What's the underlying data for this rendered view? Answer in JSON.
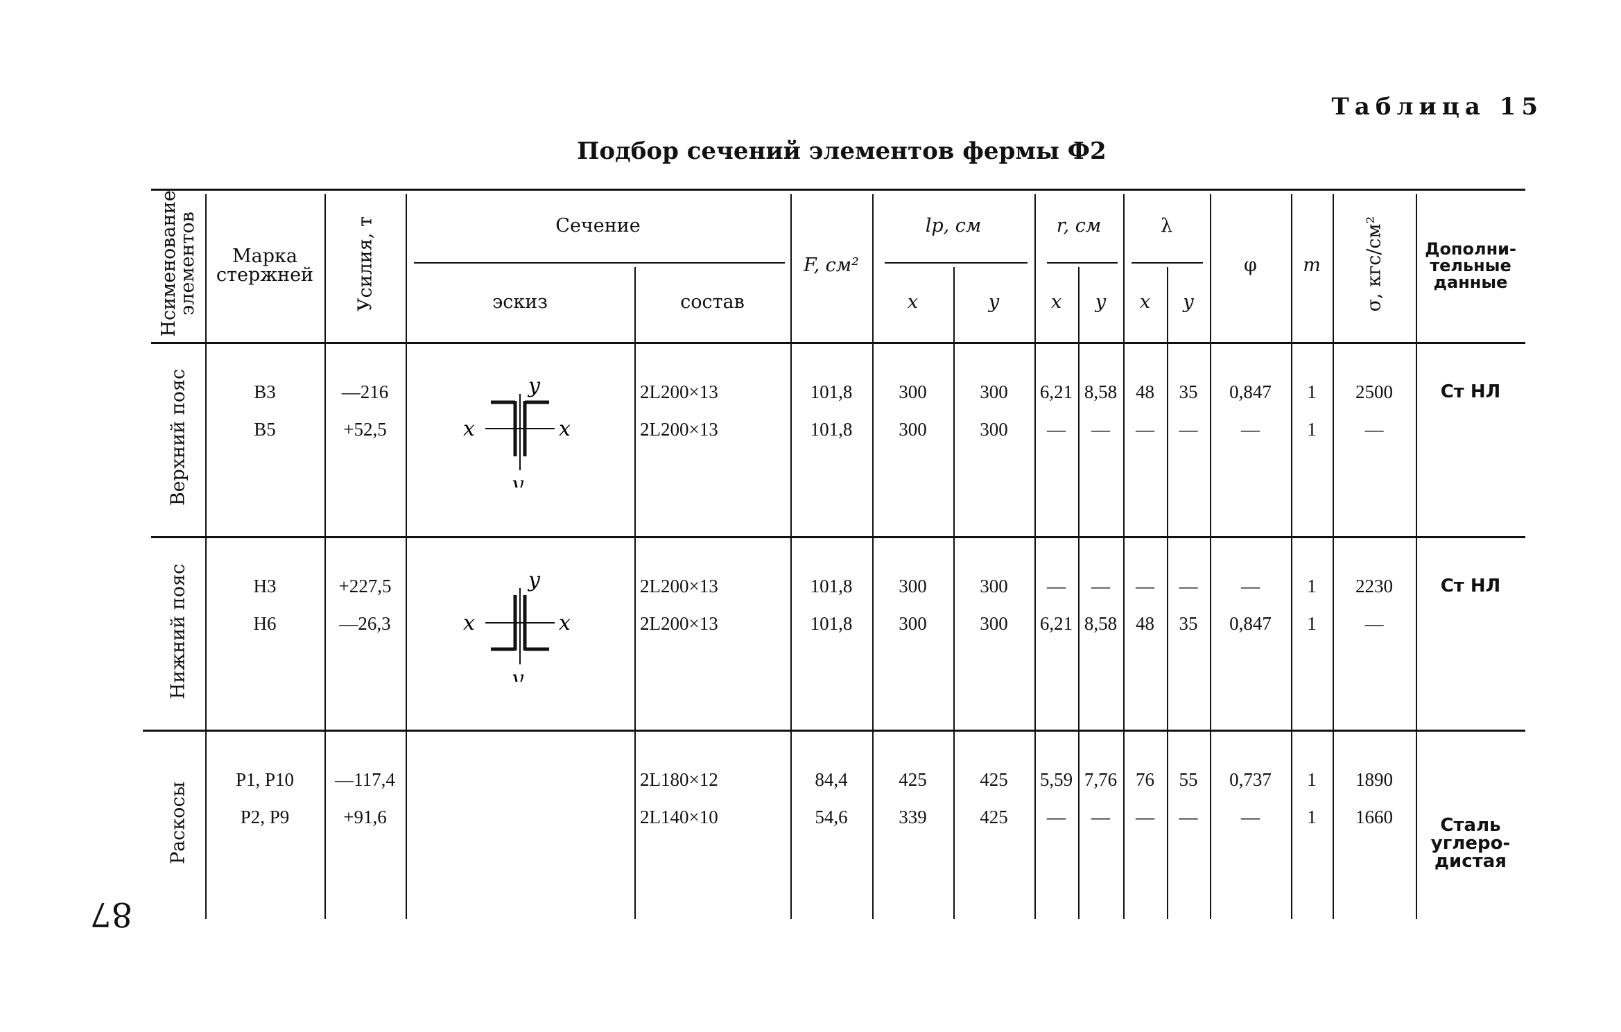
{
  "header": {
    "table_label": "Таблица 15",
    "title": "Подбор сечений элементов фермы Ф2",
    "page_number": "87"
  },
  "columns": {
    "element_name": "Нсименование элементов",
    "mark": "Марка стержней",
    "force": "Усилия, т",
    "section": "Сечение",
    "sketch": "эскиз",
    "composition": "состав",
    "F": "F, см²",
    "lp": "lр, см",
    "r": "r, см",
    "lambda": "λ",
    "x": "x",
    "y": "y",
    "phi": "φ",
    "m": "m",
    "sigma": "σ, кгс/см²",
    "extra": "Дополни-тельные данные"
  },
  "sketch_labels": {
    "x": "x",
    "y": "y"
  },
  "groups": [
    {
      "name": "Верхний пояс",
      "rows": [
        {
          "mark": "В3",
          "force": "—216",
          "comp": "2L200×13",
          "F": "101,8",
          "lx": "300",
          "ly": "300",
          "rx": "6,21",
          "ry": "8,58",
          "lamx": "48",
          "lamy": "35",
          "phi": "0,847",
          "m": "1",
          "sigma": "2500",
          "extra": "Ст НЛ"
        },
        {
          "mark": "В5",
          "force": "+52,5",
          "comp": "2L200×13",
          "F": "101,8",
          "lx": "300",
          "ly": "300",
          "rx": "—",
          "ry": "—",
          "lamx": "—",
          "lamy": "—",
          "phi": "—",
          "m": "1",
          "sigma": "—",
          "extra": ""
        }
      ]
    },
    {
      "name": "Нижний пояс",
      "rows": [
        {
          "mark": "Н3",
          "force": "+227,5",
          "comp": "2L200×13",
          "F": "101,8",
          "lx": "300",
          "ly": "300",
          "rx": "—",
          "ry": "—",
          "lamx": "—",
          "lamy": "—",
          "phi": "—",
          "m": "1",
          "sigma": "2230",
          "extra": "Ст НЛ"
        },
        {
          "mark": "Н6",
          "force": "—26,3",
          "comp": "2L200×13",
          "F": "101,8",
          "lx": "300",
          "ly": "300",
          "rx": "6,21",
          "ry": "8,58",
          "lamx": "48",
          "lamy": "35",
          "phi": "0,847",
          "m": "1",
          "sigma": "—",
          "extra": ""
        }
      ]
    },
    {
      "name": "Раскосы",
      "rows": [
        {
          "mark": "Р1, Р10",
          "force": "—117,4",
          "comp": "2L180×12",
          "F": "84,4",
          "lx": "425",
          "ly": "425",
          "rx": "5,59",
          "ry": "7,76",
          "lamx": "76",
          "lamy": "55",
          "phi": "0,737",
          "m": "1",
          "sigma": "1890",
          "extra": ""
        },
        {
          "mark": "Р2, Р9",
          "force": "+91,6",
          "comp": "2L140×10",
          "F": "54,6",
          "lx": "339",
          "ly": "425",
          "rx": "—",
          "ry": "—",
          "lamx": "—",
          "lamy": "—",
          "phi": "—",
          "m": "1",
          "sigma": "1660",
          "extra": "Сталь углеро-дистая"
        }
      ]
    }
  ]
}
